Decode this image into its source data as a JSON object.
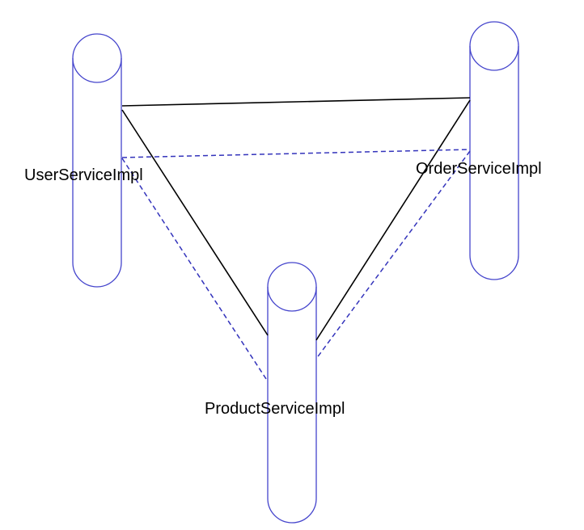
{
  "colors": {
    "background": "#ffffff",
    "cylinder_stroke": "#4444cc",
    "solid_edge": "#000000",
    "dashed_edge": "#3333bb"
  },
  "nodes": {
    "user": {
      "label": "UserServiceImpl",
      "shape": "cylinder"
    },
    "order": {
      "label": "OrderServiceImpl",
      "shape": "cylinder"
    },
    "product": {
      "label": "ProductServiceImpl",
      "shape": "cylinder"
    }
  },
  "edges": [
    {
      "from": "user",
      "to": "order",
      "style": "solid"
    },
    {
      "from": "user",
      "to": "product",
      "style": "solid"
    },
    {
      "from": "order",
      "to": "product",
      "style": "solid"
    },
    {
      "from": "user",
      "to": "order",
      "style": "dashed"
    },
    {
      "from": "user",
      "to": "product",
      "style": "dashed"
    },
    {
      "from": "order",
      "to": "product",
      "style": "dashed"
    }
  ]
}
